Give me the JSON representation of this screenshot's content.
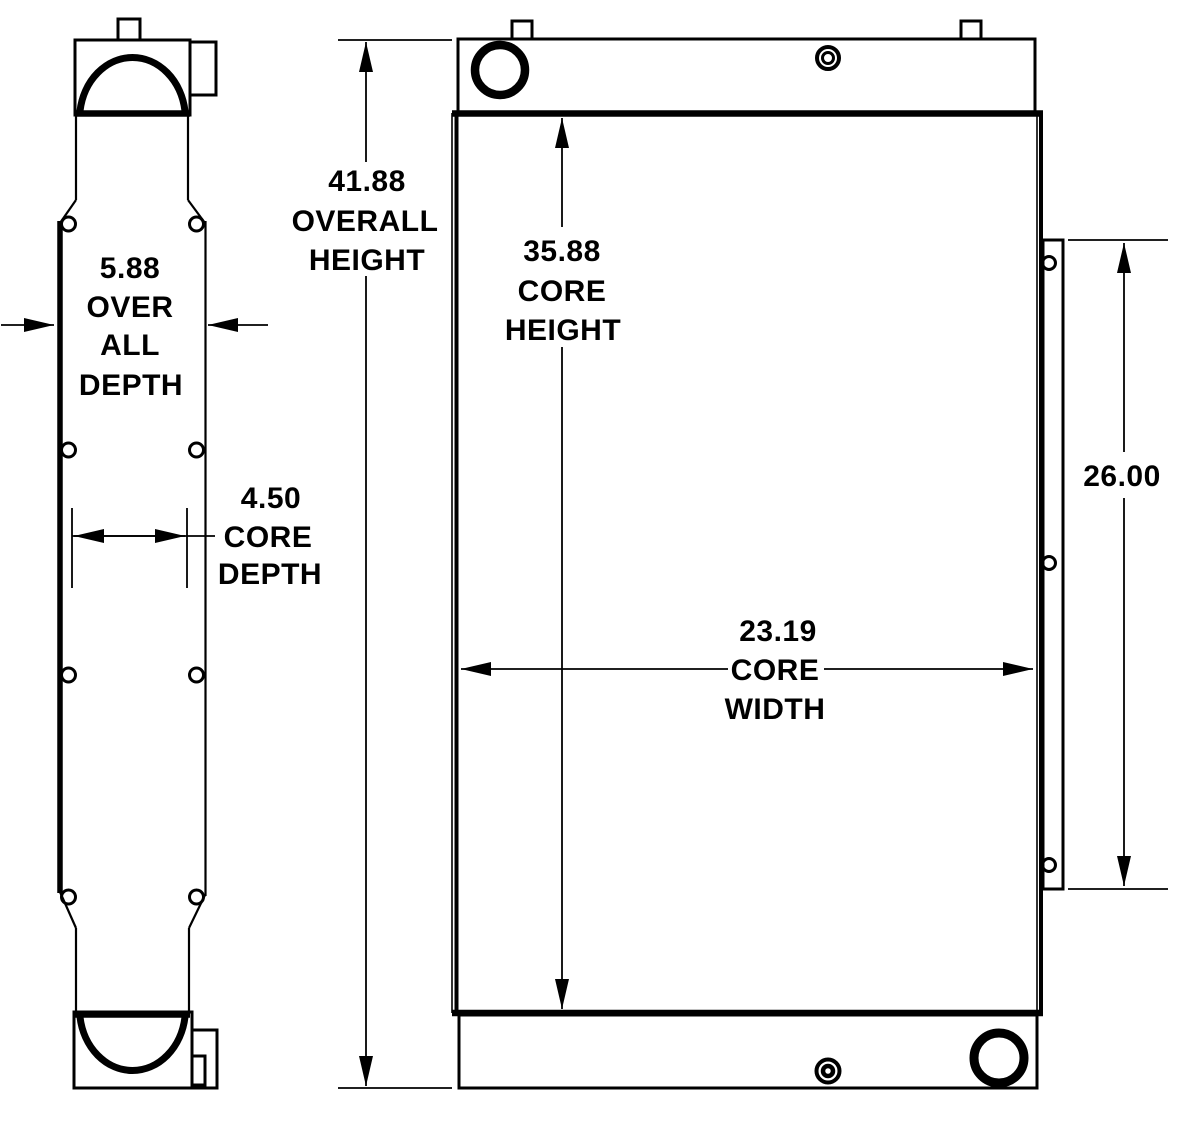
{
  "drawing": {
    "type": "dimensional-outline-drawing",
    "views": [
      "side-view",
      "front-view"
    ],
    "colors": {
      "line": "#000000",
      "background": "#ffffff"
    }
  },
  "dimensions": {
    "overall_height": {
      "value": "41.88",
      "label": [
        "OVERALL",
        "HEIGHT"
      ]
    },
    "core_height": {
      "value": "35.88",
      "label": [
        "CORE",
        "HEIGHT"
      ]
    },
    "overall_depth": {
      "value": "5.88",
      "label": [
        "OVER",
        "ALL",
        "DEPTH"
      ]
    },
    "core_depth": {
      "value": "4.50",
      "label": [
        "CORE",
        "DEPTH"
      ]
    },
    "core_width": {
      "value": "23.19",
      "label": [
        "CORE",
        "WIDTH"
      ]
    },
    "bracket_length": {
      "value": "26.00",
      "label": []
    }
  }
}
